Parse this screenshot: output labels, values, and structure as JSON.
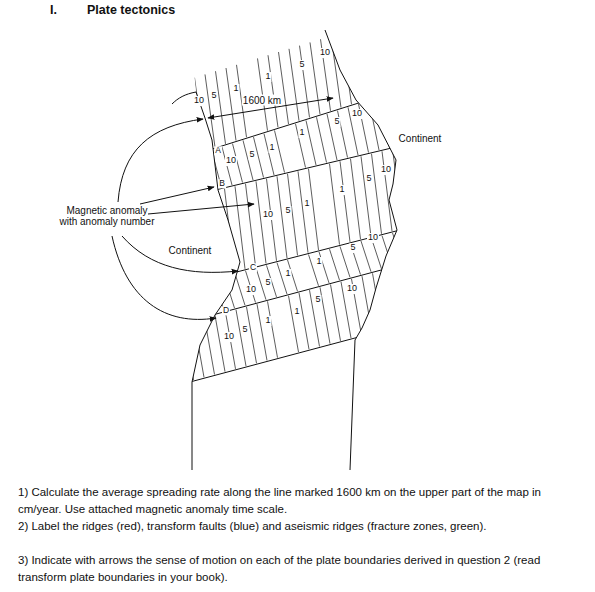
{
  "diagram": {
    "title": "Plate tectonics",
    "labels": [
      "I.",
      "1600 km",
      "Continent",
      "Magnetic anomaly with anomaly number",
      "Continent",
      "A",
      "B",
      "C",
      "D",
      "10",
      "5",
      "1",
      "1",
      "5",
      "10",
      "10",
      "5",
      "1",
      "1",
      "5",
      "10",
      "10",
      "5",
      "1",
      "1",
      "5",
      "10",
      "10",
      "5",
      "1",
      "1",
      "5",
      "10",
      "10",
      "5",
      "1",
      "1",
      "5",
      "10",
      "1) Calculate the average spreading rate along the line marked 1600 km on the upper part of the map in cm/year. Use attached magnetic anomaly time scale.",
      "2) Label the ridges (red), transform faults (blue) and aseismic ridges (fracture zones, green).",
      "3) Indicate with arrows the sense of motion on each of the plate boundaries derived in question 2 (read transform plate boundaries in your book)."
    ]
  }
}
